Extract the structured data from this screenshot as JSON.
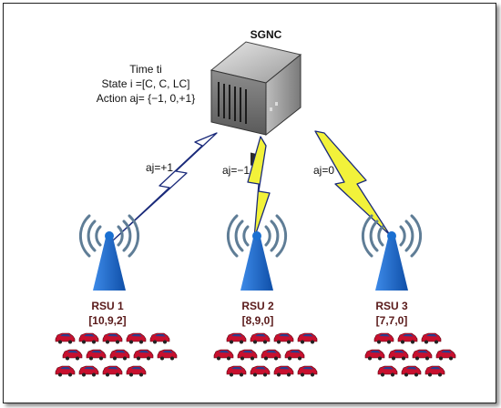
{
  "server": {
    "label": "SGNC"
  },
  "info": {
    "line1": "Time ti",
    "line2": "State i =[C, C, LC]",
    "line3": "Action aj= {−1, 0,+1}"
  },
  "links": [
    {
      "label": "aj=+1",
      "bolt_color": "#ffffff"
    },
    {
      "label": "aj=−1",
      "bolt_color": "#f2f23a"
    },
    {
      "label": "aj=0",
      "bolt_color": "#f2f23a"
    }
  ],
  "rsus": [
    {
      "name": "RSU 1",
      "state": "[10,9,2]"
    },
    {
      "name": "RSU 2",
      "state": "[8,9,0]"
    },
    {
      "name": "RSU 3",
      "state": "[7,7,0]"
    }
  ],
  "colors": {
    "tower": "#1a6fd1",
    "waves": "#5f7d96",
    "car_body": "#c8102e",
    "car_window": "#2a3f8f"
  }
}
